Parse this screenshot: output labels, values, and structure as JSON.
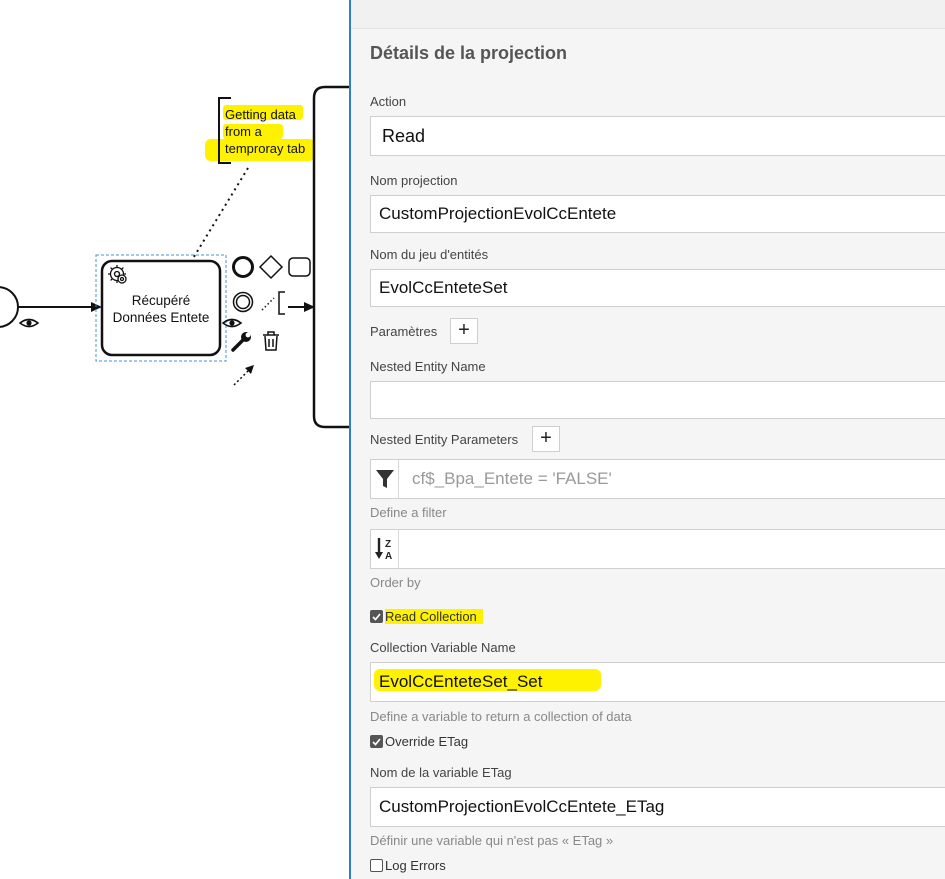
{
  "diagram": {
    "annotation_lines": [
      "Getting data",
      "from a",
      "temproray tab"
    ],
    "task_label_lines": [
      "Récupéré",
      "Données Entete"
    ]
  },
  "panel": {
    "title": "Détails de la projection",
    "action": {
      "label": "Action",
      "value": "Read"
    },
    "nom_projection": {
      "label": "Nom projection",
      "value": "CustomProjectionEvolCcEntete"
    },
    "nom_jeu": {
      "label": "Nom du jeu d'entités",
      "value": "EvolCcEnteteSet"
    },
    "parametres": {
      "label": "Paramètres",
      "add": "+"
    },
    "nested_entity_name": {
      "label": "Nested Entity Name",
      "value": ""
    },
    "nested_entity_parameters": {
      "label": "Nested Entity Parameters",
      "add": "+"
    },
    "filter": {
      "value": "cf$_Bpa_Entete = 'FALSE'",
      "hint": "Define a filter"
    },
    "order_by": {
      "value": "",
      "hint": "Order by"
    },
    "read_collection": {
      "label": "Read Collection",
      "checked": true
    },
    "collection_variable": {
      "label": "Collection Variable Name",
      "value": "EvolCcEnteteSet_Set",
      "hint": "Define a variable to return a collection of data"
    },
    "override_etag": {
      "label": "Override ETag",
      "checked": true
    },
    "etag_variable": {
      "label": "Nom de la variable ETag",
      "value": "CustomProjectionEvolCcEntete_ETag",
      "hint": "Définir une variable qui n'est pas « ETag »"
    },
    "log_errors": {
      "label": "Log Errors",
      "checked": false
    }
  },
  "colors": {
    "accent": "#2f7fc1",
    "highlight": "#fff200",
    "selection": "#4a90d9"
  },
  "icons": [
    "gear-icon",
    "eye-icon",
    "wrench-icon",
    "trash-icon",
    "filter-icon",
    "sort-z-a-icon",
    "connect-arrow-icon",
    "checkmark-icon"
  ]
}
